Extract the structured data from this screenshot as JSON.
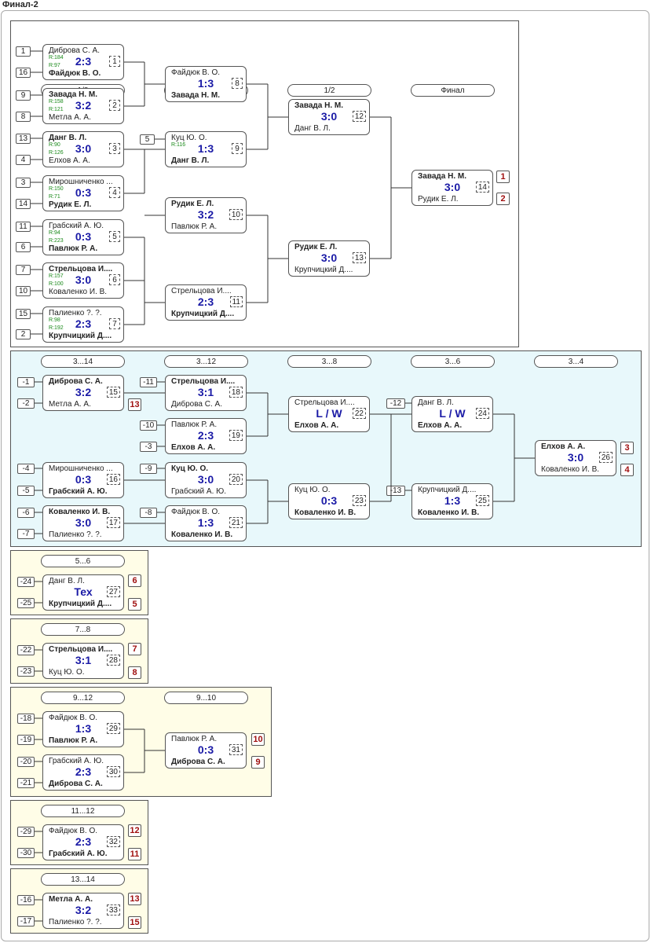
{
  "title": "Финал-2",
  "colors": {
    "main_bg": "#ffffff",
    "losers_bg": "#e8f8fb",
    "placement_bg": "#fffde7",
    "score": "#1a1aa6",
    "rating": "#1a8a1a",
    "place": "#a01010"
  },
  "sections": {
    "main": {
      "rounds": [
        "1/8",
        "1/4",
        "1/2",
        "Финал"
      ],
      "seeds": [
        "1",
        "16",
        "9",
        "8",
        "13",
        "4",
        "3",
        "14",
        "11",
        "6",
        "7",
        "10",
        "15",
        "2",
        "5"
      ],
      "matches": [
        {
          "no": "1",
          "top": "Диброва С. А.",
          "bottom": "Файдюк В. О.",
          "score": "2:3",
          "winner": "bottom",
          "r1": "R:184",
          "r2": "R:97"
        },
        {
          "no": "2",
          "top": "Завада Н. М.",
          "bottom": "Метла А. А.",
          "score": "3:2",
          "winner": "top",
          "r1": "R:158",
          "r2": "R:121"
        },
        {
          "no": "3",
          "top": "Данг В. Л.",
          "bottom": "Елхов А. А.",
          "score": "3:0",
          "winner": "top",
          "r1": "R:90",
          "r2": "R:126"
        },
        {
          "no": "4",
          "top": "Мирошниченко ...",
          "bottom": "Рудик Е. Л.",
          "score": "0:3",
          "winner": "bottom",
          "r1": "R:150",
          "r2": "R:71"
        },
        {
          "no": "5",
          "top": "Грабский А. Ю.",
          "bottom": "Павлюк Р. А.",
          "score": "0:3",
          "winner": "bottom",
          "r1": "R:94",
          "r2": "R:223"
        },
        {
          "no": "6",
          "top": "Стрельцова И....",
          "bottom": "Коваленко И. В.",
          "score": "3:0",
          "winner": "top",
          "r1": "R:157",
          "r2": "R:100"
        },
        {
          "no": "7",
          "top": "Палиенко ?. ?.",
          "bottom": "Крупчицкий Д....",
          "score": "2:3",
          "winner": "bottom",
          "r1": "R:98",
          "r2": "R:192"
        },
        {
          "no": "8",
          "top": "Файдюк В. О.",
          "bottom": "Завада Н. М.",
          "score": "1:3",
          "winner": "bottom"
        },
        {
          "no": "9",
          "top": "Куц Ю. О.",
          "bottom": "Данг В. Л.",
          "score": "1:3",
          "winner": "bottom",
          "r1": "R:116"
        },
        {
          "no": "10",
          "top": "Рудик Е. Л.",
          "bottom": "Павлюк Р. А.",
          "score": "3:2",
          "winner": "top"
        },
        {
          "no": "11",
          "top": "Стрельцова И....",
          "bottom": "Крупчицкий Д....",
          "score": "2:3",
          "winner": "bottom"
        },
        {
          "no": "12",
          "top": "Завада Н. М.",
          "bottom": "Данг В. Л.",
          "score": "3:0",
          "winner": "top"
        },
        {
          "no": "13",
          "top": "Рудик Е. Л.",
          "bottom": "Крупчицкий Д....",
          "score": "3:0",
          "winner": "top"
        },
        {
          "no": "14",
          "top": "Завада Н. М.",
          "bottom": "Рудик Е. Л.",
          "score": "3:0",
          "winner": "top"
        }
      ],
      "places": [
        "1",
        "2"
      ]
    },
    "losers": {
      "rounds": [
        "3...14",
        "3...12",
        "3...8",
        "3...6",
        "3...4"
      ],
      "seeds": [
        "-1",
        "-2",
        "-11",
        "-10",
        "-3",
        "-4",
        "-5",
        "-9",
        "-6",
        "-7",
        "-8",
        "-12",
        "-13"
      ],
      "matches": [
        {
          "no": "15",
          "top": "Диброва С. А.",
          "bottom": "Метла А. А.",
          "score": "3:2",
          "winner": "top"
        },
        {
          "no": "16",
          "top": "Мирошниченко ...",
          "bottom": "Грабский А. Ю.",
          "score": "0:3",
          "winner": "bottom"
        },
        {
          "no": "17",
          "top": "Коваленко И. В.",
          "bottom": "Палиенко ?. ?.",
          "score": "3:0",
          "winner": "top"
        },
        {
          "no": "18",
          "top": "Стрельцова И....",
          "bottom": "Диброва С. А.",
          "score": "3:1",
          "winner": "top"
        },
        {
          "no": "19",
          "top": "Павлюк Р. А.",
          "bottom": "Елхов А. А.",
          "score": "2:3",
          "winner": "bottom"
        },
        {
          "no": "20",
          "top": "Куц Ю. О.",
          "bottom": "Грабский А. Ю.",
          "score": "3:0",
          "winner": "top"
        },
        {
          "no": "21",
          "top": "Файдюк В. О.",
          "bottom": "Коваленко И. В.",
          "score": "1:3",
          "winner": "bottom"
        },
        {
          "no": "22",
          "top": "Стрельцова И....",
          "bottom": "Елхов А. А.",
          "score": "L / W",
          "winner": "bottom"
        },
        {
          "no": "23",
          "top": "Куц Ю. О.",
          "bottom": "Коваленко И. В.",
          "score": "0:3",
          "winner": "bottom"
        },
        {
          "no": "24",
          "top": "Данг В. Л.",
          "bottom": "Елхов А. А.",
          "score": "L / W",
          "winner": "bottom"
        },
        {
          "no": "25",
          "top": "Крупчицкий Д....",
          "bottom": "Коваленко И. В.",
          "score": "1:3",
          "winner": "bottom"
        },
        {
          "no": "26",
          "top": "Елхов А. А.",
          "bottom": "Коваленко И. В.",
          "score": "3:0",
          "winner": "top"
        }
      ],
      "places": [
        "13",
        "3",
        "4"
      ]
    },
    "p5_6": {
      "rounds": [
        "5...6"
      ],
      "seeds": [
        "-24",
        "-25"
      ],
      "matches": [
        {
          "no": "27",
          "top": "Данг В. Л.",
          "bottom": "Крупчицкий Д....",
          "score": "Тех",
          "winner": "bottom"
        }
      ],
      "places": [
        "6",
        "5"
      ]
    },
    "p7_8": {
      "rounds": [
        "7...8"
      ],
      "seeds": [
        "-22",
        "-23"
      ],
      "matches": [
        {
          "no": "28",
          "top": "Стрельцова И....",
          "bottom": "Куц Ю. О.",
          "score": "3:1",
          "winner": "top"
        }
      ],
      "places": [
        "7",
        "8"
      ]
    },
    "p9_12": {
      "rounds": [
        "9...12",
        "9...10"
      ],
      "seeds": [
        "-18",
        "-19",
        "-20",
        "-21"
      ],
      "matches": [
        {
          "no": "29",
          "top": "Файдюк В. О.",
          "bottom": "Павлюк Р. А.",
          "score": "1:3",
          "winner": "bottom"
        },
        {
          "no": "30",
          "top": "Грабский А. Ю.",
          "bottom": "Диброва С. А.",
          "score": "2:3",
          "winner": "bottom"
        },
        {
          "no": "31",
          "top": "Павлюк Р. А.",
          "bottom": "Диброва С. А.",
          "score": "0:3",
          "winner": "bottom"
        }
      ],
      "places": [
        "10",
        "9"
      ]
    },
    "p11_12": {
      "rounds": [
        "11...12"
      ],
      "seeds": [
        "-29",
        "-30"
      ],
      "matches": [
        {
          "no": "32",
          "top": "Файдюк В. О.",
          "bottom": "Грабский А. Ю.",
          "score": "2:3",
          "winner": "bottom"
        }
      ],
      "places": [
        "12",
        "11"
      ]
    },
    "p13_14": {
      "rounds": [
        "13...14"
      ],
      "seeds": [
        "-16",
        "-17"
      ],
      "matches": [
        {
          "no": "33",
          "top": "Метла А. А.",
          "bottom": "Палиенко ?. ?.",
          "score": "3:2",
          "winner": "top"
        }
      ],
      "places": [
        "13",
        "15"
      ]
    }
  }
}
